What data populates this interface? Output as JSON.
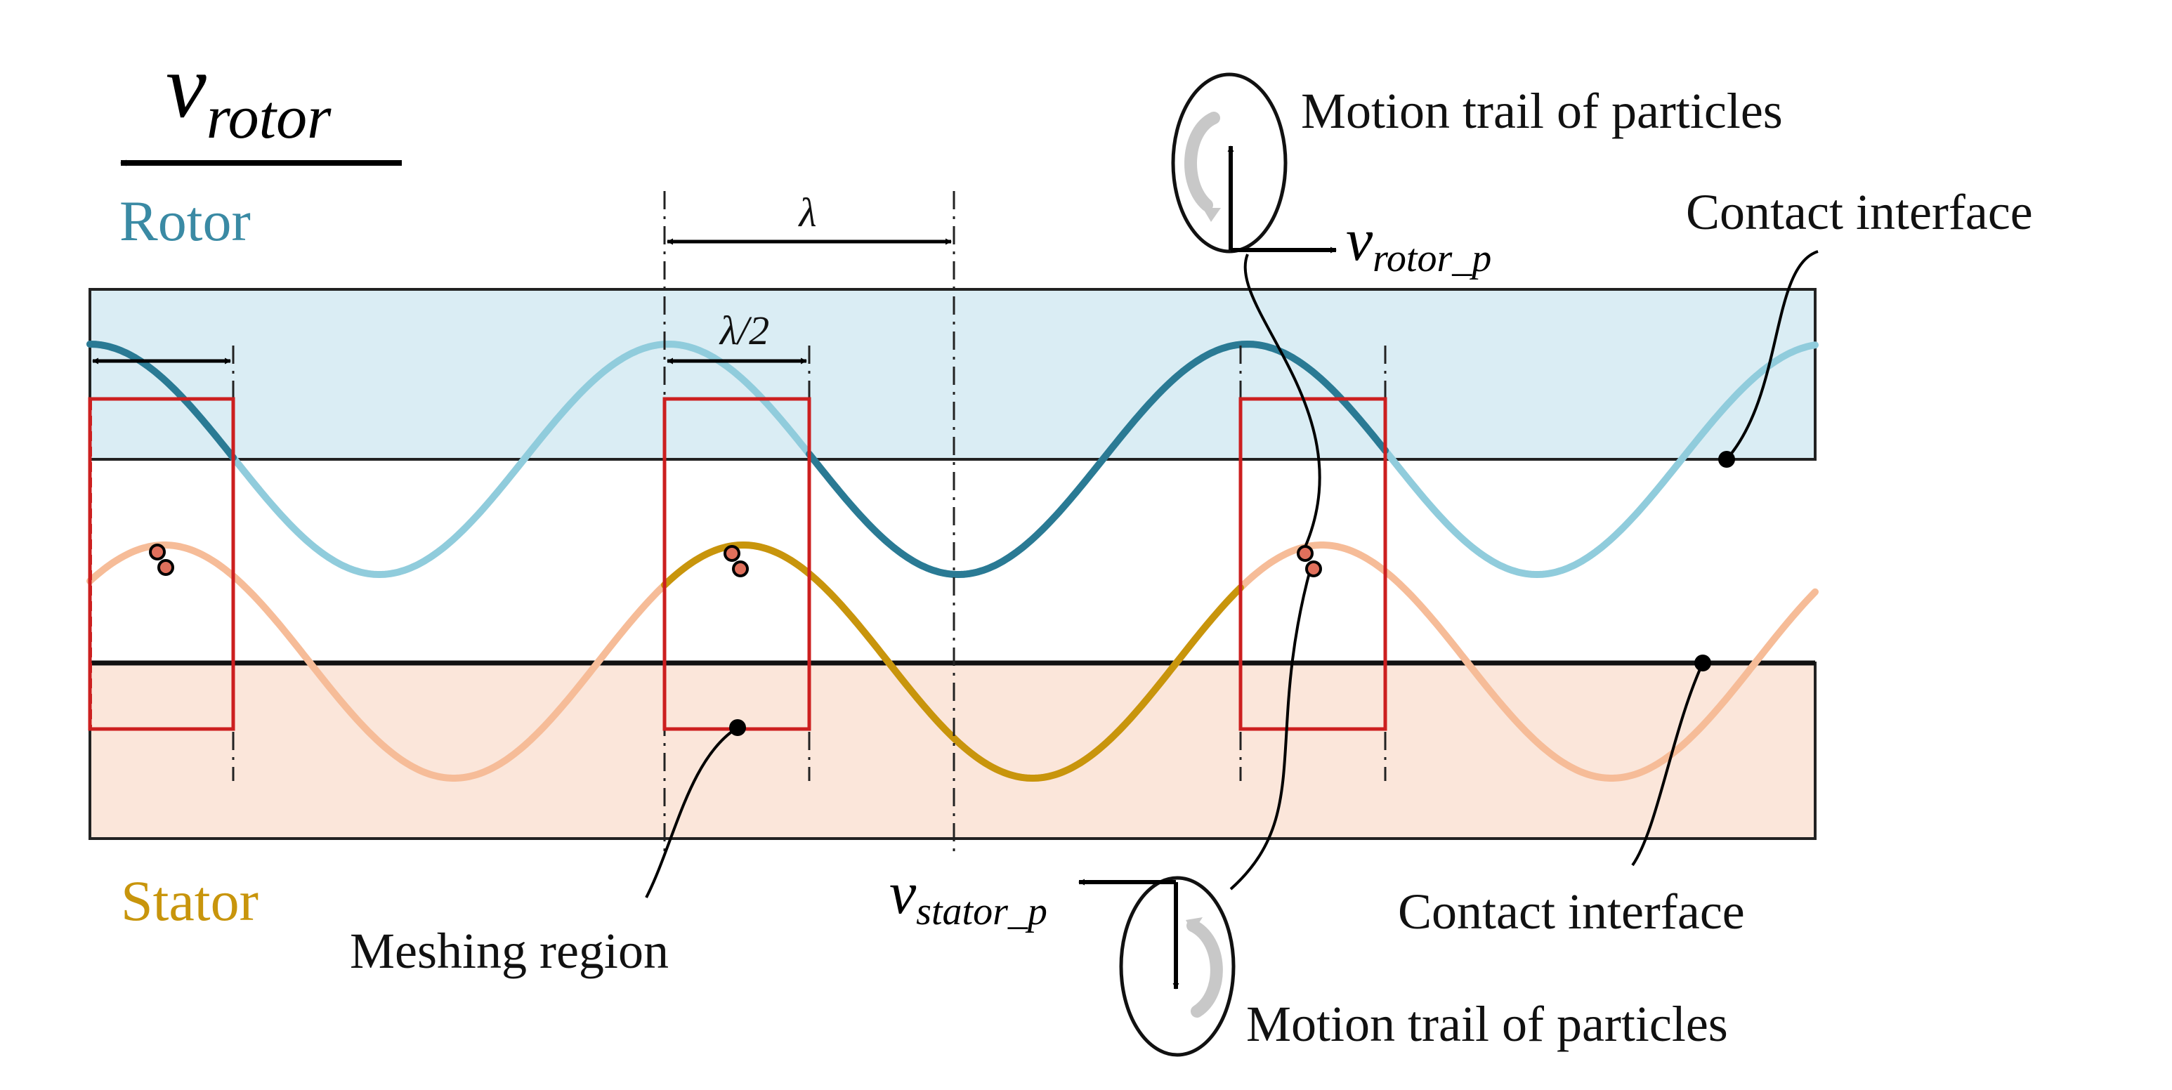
{
  "velocity": {
    "rotor": {
      "symbol": "v",
      "subscript": "rotor"
    },
    "rotor_particle": {
      "symbol": "v",
      "subscript": "rotor_p"
    },
    "stator_particle": {
      "symbol": "v",
      "subscript": "stator_p"
    }
  },
  "labels": {
    "rotor": "Rotor",
    "stator": "Stator",
    "wavelength": "λ",
    "half_wavelength": "λ/2",
    "motion_trail_top": "Motion trail of particles",
    "motion_trail_bottom": "Motion trail of particles",
    "contact_interface_top": "Contact interface",
    "contact_interface_bottom": "Contact interface",
    "meshing_region": "Meshing region"
  },
  "colors": {
    "rotor_fill": "#daedf4",
    "stator_fill": "#fbe6da",
    "rotor_label": "#3a8aa4",
    "stator_label": "#c8950c",
    "rotor_wave_light": "#90ccdc",
    "rotor_wave_dark": "#2a7a94",
    "stator_wave_light": "#f6bc98",
    "stator_wave_dark": "#c8950c",
    "meshing_box": "#cc1f1f",
    "particle": "#e0705c"
  }
}
